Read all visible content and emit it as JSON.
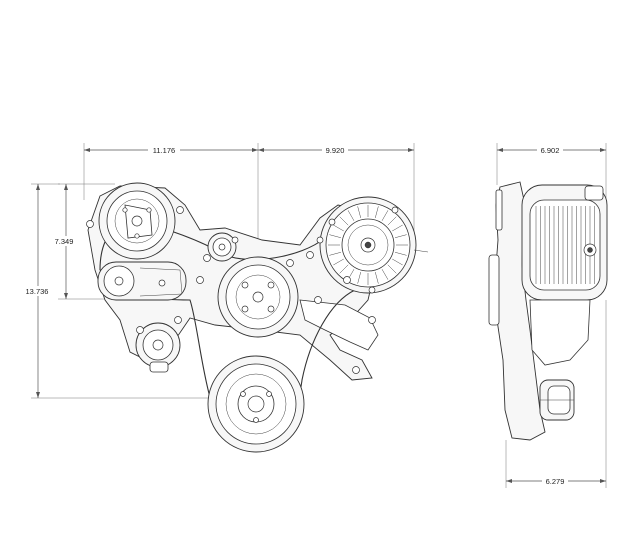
{
  "dimensions": {
    "front_width_left": "11.176",
    "front_width_right": "9.920",
    "upper_height": "7.349",
    "overall_height": "13.736",
    "side_width_top": "6.902",
    "side_width_bottom": "6.279"
  },
  "colors": {
    "line": "#333333",
    "dimension": "#555555",
    "background": "#ffffff"
  }
}
